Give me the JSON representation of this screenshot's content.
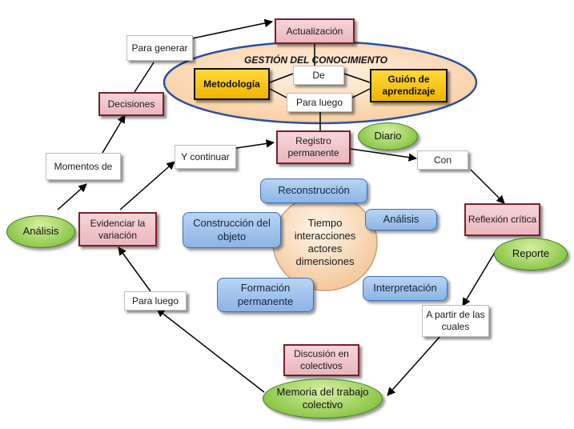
{
  "title": "GESTIÓN DEL CONOCIMIENTO",
  "nodes": {
    "actualizacion": "Actualización",
    "para_generar": "Para generar",
    "metodologia": "Metodología",
    "de": "De",
    "guion": "Guión de aprendizaje",
    "para_luego_top": "Para luego",
    "decisiones": "Decisiones",
    "registro": "Registro permanente",
    "diario": "Diario",
    "momentos": "Momentos de",
    "y_continuar": "Y continuar",
    "con": "Con",
    "reconstruccion": "Reconstrucción",
    "construccion": "Construcción del objeto",
    "tiempo": "Tiempo interacciones actores dimensiones",
    "analisis_blue": "Análisis",
    "reflexion": "Reflexión crítica",
    "reporte": "Reporte",
    "analisis_green": "Análisis",
    "evidenciar": "Evidenciar la variación",
    "formacion": "Formación permanente",
    "interpretacion": "Interpretación",
    "para_luego_left": "Para luego",
    "a_partir": "A partir de las cuales",
    "discusion": "Discusión en colectivos",
    "memoria": "Memoria del trabajo colectivo"
  },
  "colors": {
    "pink_box": "#eab7bd",
    "pink_border": "#7a1f2a",
    "blue_box": "#8cb4e6",
    "green_oval": "#8fc94e",
    "gold_box": "#f0b400",
    "central_ellipse": "#fbd9b5",
    "central_circle": "#f6d2ae",
    "connector": "#000000"
  }
}
